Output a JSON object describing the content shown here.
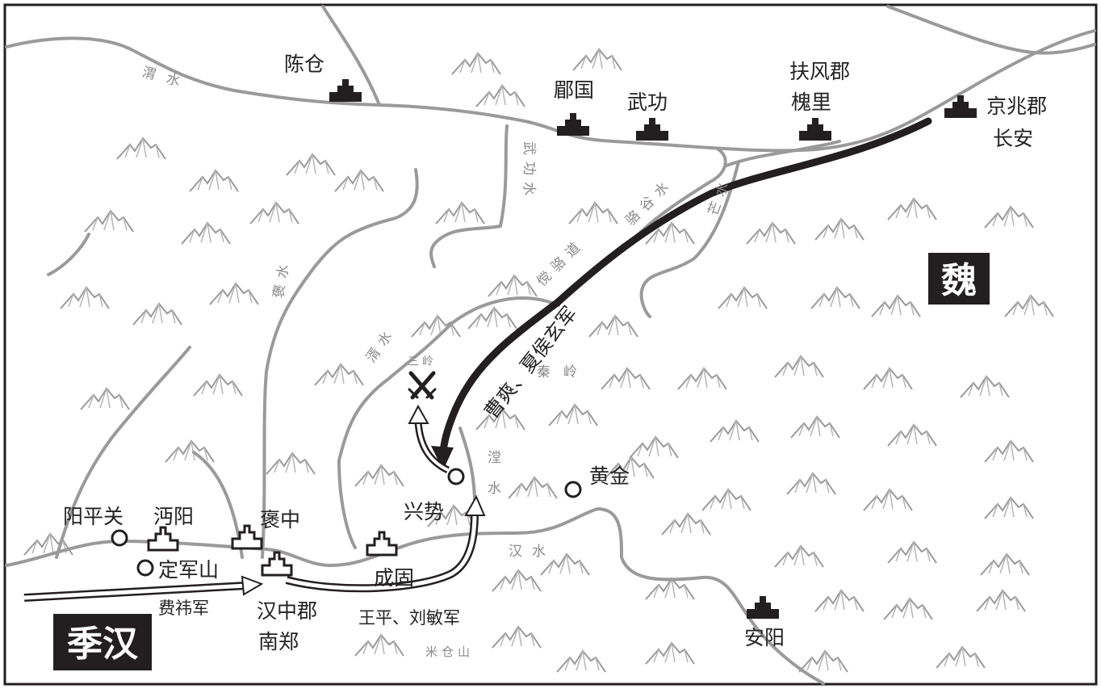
{
  "map": {
    "colors": {
      "ink": "#231f20",
      "river": "#9a9a9a",
      "mountain": "#9a9a9a",
      "paper": "#ffffff"
    },
    "states": {
      "wei": "魏",
      "jihan": "季汉"
    },
    "rivers": {
      "wei": "渭水",
      "wugong": "武功水",
      "luogu": "骆谷水",
      "mang": "芒水",
      "bao": "褒水",
      "xu": "湑水",
      "tang": "漟水",
      "han": "汉水"
    },
    "routes": {
      "tangluo": "傥骆道"
    },
    "mountains": {
      "qinling": "秦岭",
      "sanling": "三岭",
      "micang": "米仓山"
    },
    "places": {
      "chencang": "陈仓",
      "meiguo": "郿国",
      "wugong": "武功",
      "fufeng": "扶风郡",
      "huaili": "槐里",
      "jingzhao": "京兆郡",
      "changan": "长安",
      "yangpingguan": "阳平关",
      "mianyang": "沔阳",
      "baozhong": "褒中",
      "dingjunshan": "定军山",
      "hanzhong": "汉中郡",
      "nanzheng": "南郑",
      "chenggu": "成固",
      "xingshi": "兴势",
      "huangjin": "黄金",
      "anyang": "安阳"
    },
    "armies": {
      "wei": "曹爽、夏侯玄军",
      "feiyi": "费祎军",
      "wangping": "王平、刘敏军"
    },
    "icons": {
      "city_wei": "fortress-filled-icon",
      "city_han": "fortress-outline-icon",
      "fort": "circle-icon",
      "battle": "crossed-swords-icon",
      "mountain": "mountain-icon"
    }
  }
}
